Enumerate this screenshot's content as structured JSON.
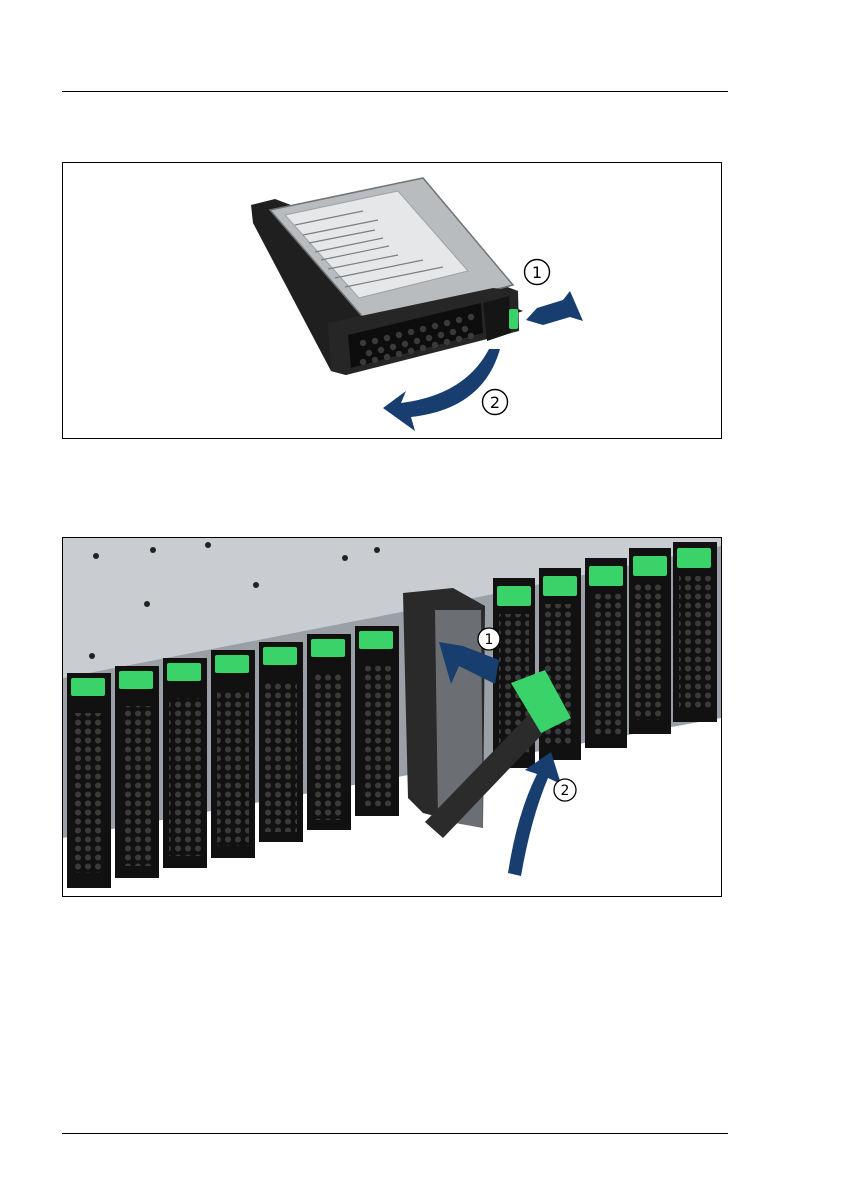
{
  "figures": [
    {
      "callouts": [
        "1",
        "2"
      ],
      "colors": {
        "arrow": "#173e6e",
        "latch": "#3ad36a",
        "carrier": "#1f1f1f",
        "drive": "#b9bcbf"
      }
    },
    {
      "callouts": [
        "1",
        "2"
      ],
      "colors": {
        "arrow": "#173e6e",
        "latch": "#3ad36a",
        "grille": "#111111",
        "chassis": "#c9cdd1"
      }
    }
  ]
}
